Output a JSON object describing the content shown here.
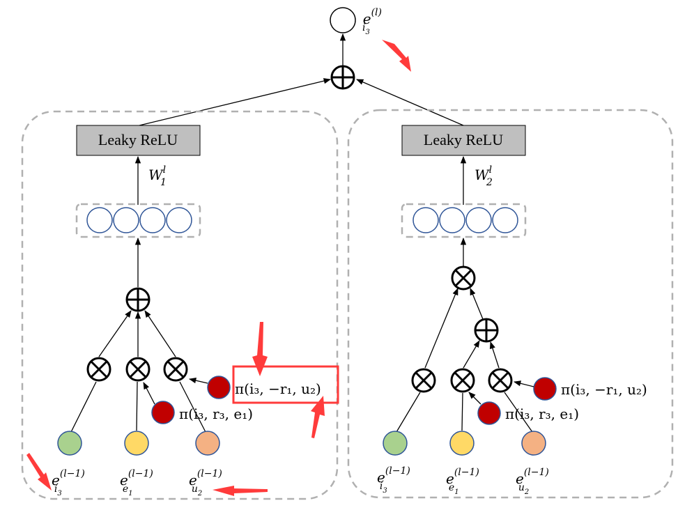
{
  "output": {
    "base": "e",
    "sub": "i",
    "subsub": "3",
    "sup": "(l)"
  },
  "left": {
    "activation": "Leaky ReLU",
    "weight": {
      "base": "W",
      "sub": "1",
      "sup": "l"
    },
    "relation_top": "π(i₃, −r₁, u₂)",
    "relation_bottom": "π(i₃, r₃, e₁)",
    "inputs": [
      {
        "base": "e",
        "sub": "i",
        "subsub": "3",
        "sup": "(l−1)"
      },
      {
        "base": "e",
        "sub": "e",
        "subsub": "1",
        "sup": "(l−1)"
      },
      {
        "base": "e",
        "sub": "u",
        "subsub": "2",
        "sup": "(l−1)"
      }
    ]
  },
  "right": {
    "activation": "Leaky ReLU",
    "weight": {
      "base": "W",
      "sub": "2",
      "sup": "l"
    },
    "relation_top": "π(i₃, −r₁, u₂)",
    "relation_bottom": "π(i₃, r₃, e₁)",
    "inputs": [
      {
        "base": "e",
        "sub": "i",
        "subsub": "3",
        "sup": "(l−1)"
      },
      {
        "base": "e",
        "sub": "e",
        "subsub": "1",
        "sup": "(l−1)"
      },
      {
        "base": "e",
        "sub": "u",
        "subsub": "2",
        "sup": "(l−1)"
      }
    ]
  },
  "colors": {
    "green": "#a9d18e",
    "yellow": "#ffd966",
    "orange": "#f4b183",
    "red_node": "#c00000",
    "annotation": "#ff3b3b"
  }
}
